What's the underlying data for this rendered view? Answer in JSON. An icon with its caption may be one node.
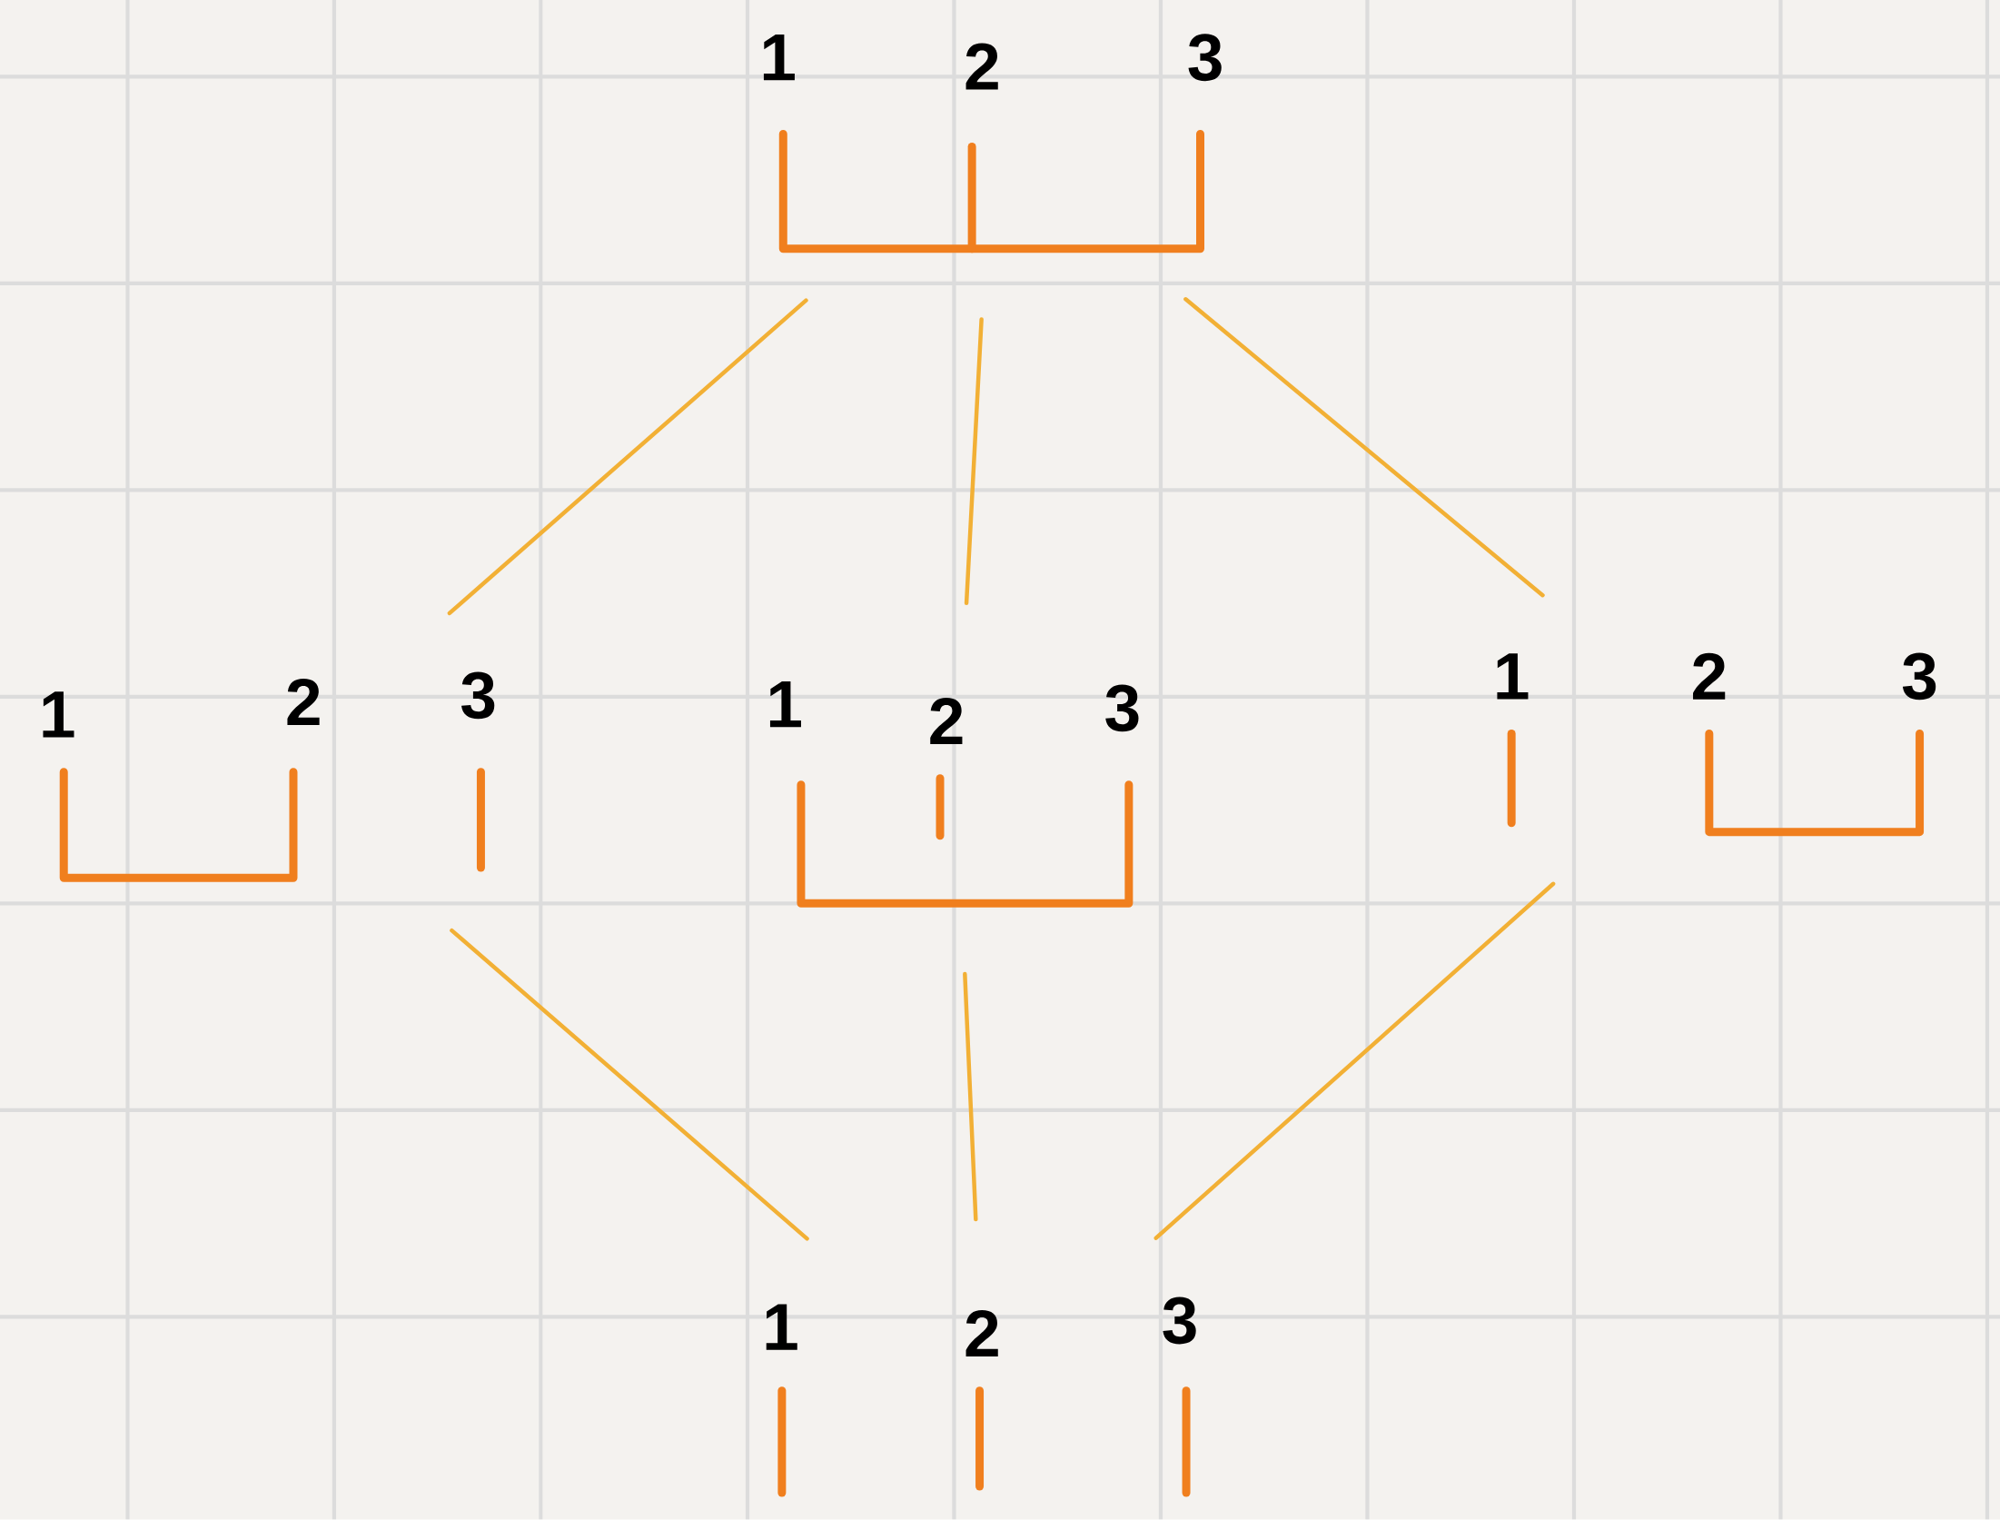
{
  "diagram": {
    "nodes": [
      {
        "text": [
          "1",
          "2",
          "3"
        ]
      },
      {
        "text": [
          "1",
          "2",
          "3"
        ]
      },
      {
        "text": [
          "1",
          "2",
          "3"
        ]
      },
      {
        "text": [
          "1",
          "2",
          "3"
        ]
      },
      {
        "text": [
          "1",
          "2",
          "3"
        ]
      }
    ],
    "edges": [
      {
        "from": 0,
        "to": 1,
        "arrow": "none"
      },
      {
        "from": 0,
        "to": 2,
        "arrow": "none"
      },
      {
        "from": 0,
        "to": 3,
        "arrow": "none"
      },
      {
        "from": 1,
        "to": 4,
        "arrow": "none"
      },
      {
        "from": 2,
        "to": 4,
        "arrow": "none"
      },
      {
        "from": 3,
        "to": 4,
        "arrow": "none"
      }
    ]
  }
}
